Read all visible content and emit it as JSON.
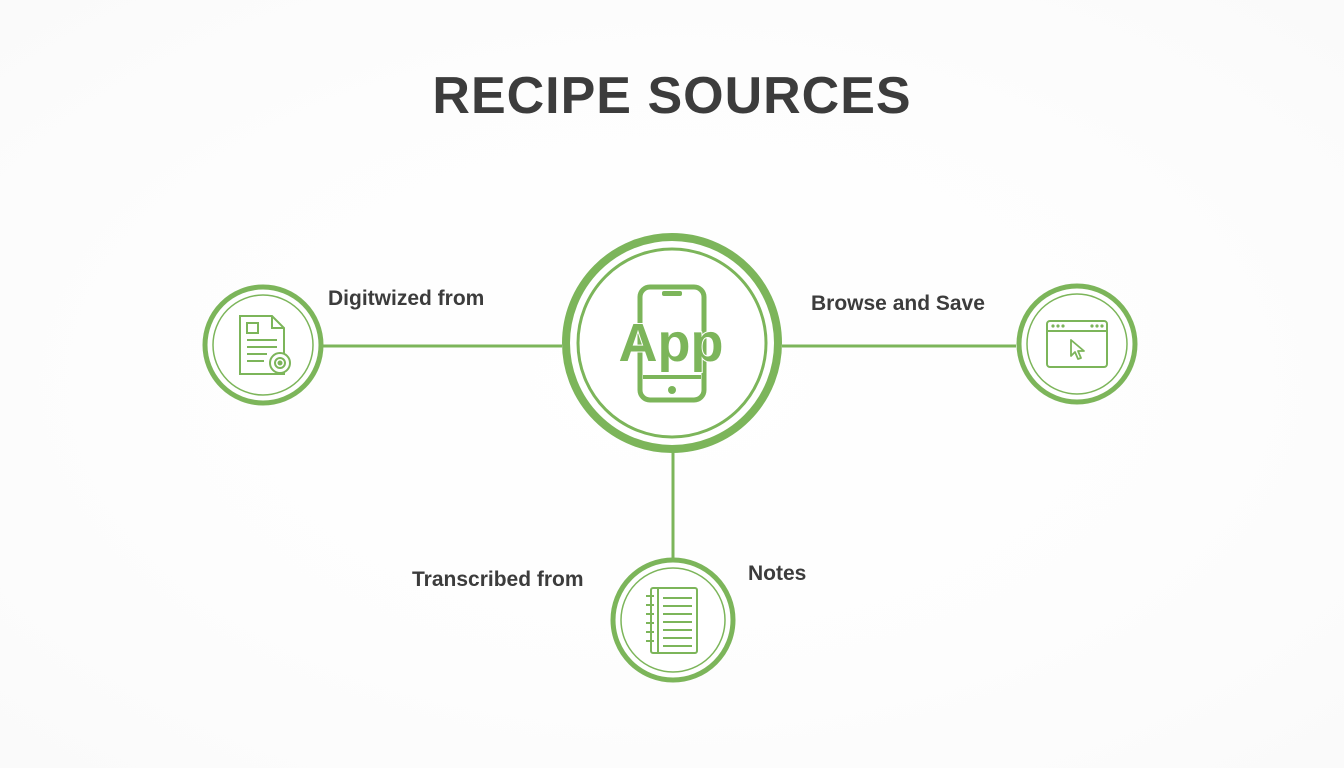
{
  "title": "RECIPE SOURCES",
  "colors": {
    "accent": "#7cb55a",
    "text": "#3c3c3c",
    "background": "#ffffff"
  },
  "hub": {
    "label": "App",
    "icon": "smartphone-icon"
  },
  "nodes": {
    "digitized": {
      "label": "Digitwized from",
      "icon": "scanned-document-icon"
    },
    "browse": {
      "label": "Browse and Save",
      "icon": "browser-window-cursor-icon"
    },
    "transcribed": {
      "label": "Transcribed from",
      "icon": "notebook-icon"
    },
    "notes": {
      "label": "Notes"
    }
  }
}
